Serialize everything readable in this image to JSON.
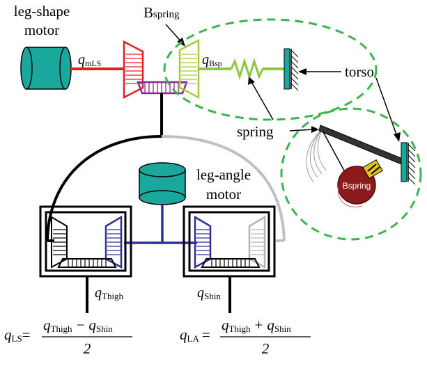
{
  "labels": {
    "leg_shape_motor_line1": "leg-shape",
    "leg_shape_motor_line2": "motor",
    "b_spring_main": "B",
    "b_spring_sub": "spring",
    "q_mls_main": "q",
    "q_mls_sub": "mLS",
    "q_bsp_main": "q",
    "q_bsp_sub": "Bsp",
    "torso": "torso",
    "spring": "spring",
    "bspring_disc": "Bspring",
    "leg_angle_motor_line1": "leg-angle",
    "leg_angle_motor_line2": "motor",
    "q_thigh_main": "q",
    "q_thigh_sub": "Thigh",
    "q_shin_main": "q",
    "q_shin_sub": "Shin"
  },
  "equations": {
    "ls": {
      "lhs_main": "q",
      "lhs_sub": "LS",
      "equals": "=",
      "num_a_main": "q",
      "num_a_sub": "Thigh",
      "op": "−",
      "num_b_main": "q",
      "num_b_sub": "Shin",
      "den": "2"
    },
    "la": {
      "lhs_main": "q",
      "lhs_sub": "LA",
      "equals": "=",
      "num_a_main": "q",
      "num_a_sub": "Thigh",
      "op": "+",
      "num_b_main": "q",
      "num_b_sub": "Shin",
      "den": "2"
    }
  },
  "colors": {
    "motor_fill": "#1aa89c",
    "motor_stroke": "#000000",
    "shaft_red": "#e41e26",
    "gear_red": "#e41e26",
    "gear_green": "#a5c93a",
    "gear_purple": "#8b2a8f",
    "spring_green": "#8dc63f",
    "dashed_circle": "#3ab54a",
    "torso_teal": "#1aa89c",
    "blue": "#2e3192",
    "gray_gear": "#b3b3b3",
    "bspring_disc": "#8b1a1a",
    "black": "#000000"
  }
}
